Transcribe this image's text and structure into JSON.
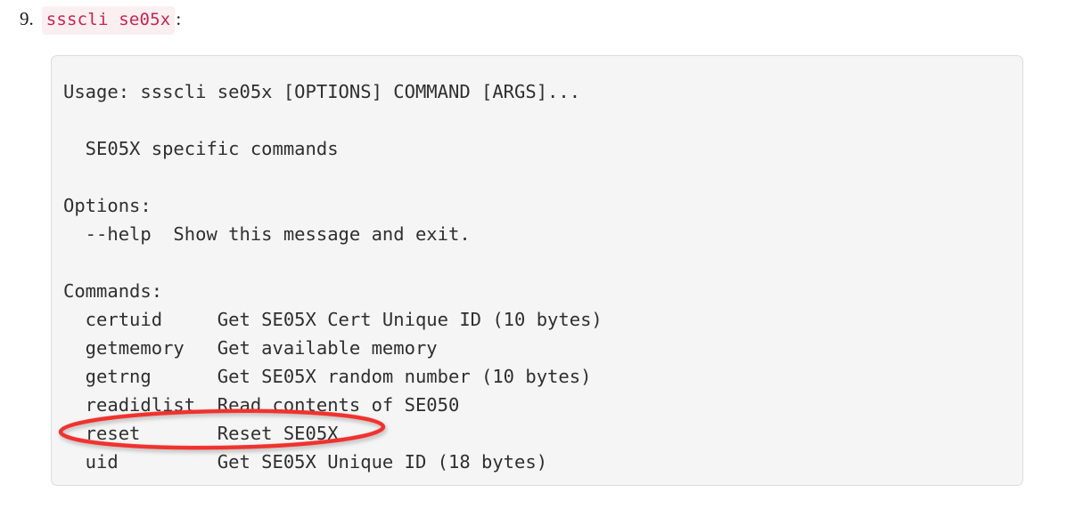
{
  "list": {
    "marker": "9.",
    "inline_code": "ssscli se05x",
    "trailing_punctuation": ":"
  },
  "code_block": {
    "usage_line": "Usage: ssscli se05x [OPTIONS] COMMAND [ARGS]...",
    "description": "SE05X specific commands",
    "options_header": "Options:",
    "options": [
      {
        "flag": "--help",
        "description": "Show this message and exit."
      }
    ],
    "commands_header": "Commands:",
    "commands": [
      {
        "name": "certuid",
        "description": "Get SE05X Cert Unique ID (10 bytes)"
      },
      {
        "name": "getmemory",
        "description": "Get available memory"
      },
      {
        "name": "getrng",
        "description": "Get SE05X random number (10 bytes)"
      },
      {
        "name": "readidlist",
        "description": "Read contents of SE050"
      },
      {
        "name": "reset",
        "description": "Reset SE05X"
      },
      {
        "name": "uid",
        "description": "Get SE05X Unique ID (18 bytes)"
      }
    ],
    "text": "Usage: ssscli se05x [OPTIONS] COMMAND [ARGS]...\n\n  SE05X specific commands\n\nOptions:\n  --help  Show this message and exit.\n\nCommands:\n  certuid     Get SE05X Cert Unique ID (10 bytes)\n  getmemory   Get available memory\n  getrng      Get SE05X random number (10 bytes)\n  readidlist  Read contents of SE050\n  reset       Reset SE05X\n  uid         Get SE05X Unique ID (18 bytes)"
  },
  "annotation": {
    "type": "ellipse",
    "target_text": "reset       Reset SE05X",
    "color": "#f0312e",
    "stroke_width": 4.5
  },
  "colors": {
    "page_background": "#ffffff",
    "code_background": "#f5f5f5",
    "code_border": "#dcdcdc",
    "code_text": "#2f2f2f",
    "inline_code_text": "#c7254e",
    "inline_code_background": "#fbeff2",
    "annotation_red": "#f0312e"
  }
}
